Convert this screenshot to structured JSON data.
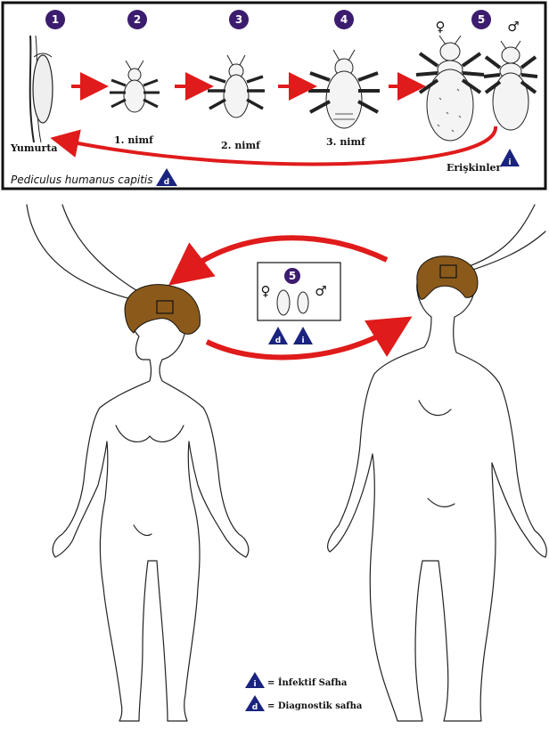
{
  "colors": {
    "frame": "#111111",
    "arrow": "#e01b1b",
    "stage_circle": "#3b1c6e",
    "triangle": "#1a237e",
    "hair": "#8b5a1b"
  },
  "stages": [
    {
      "num": "1",
      "label": "Yumurta"
    },
    {
      "num": "2",
      "label": "1. nimf"
    },
    {
      "num": "3",
      "label": "2. nimf"
    },
    {
      "num": "4",
      "label": "3. nimf"
    },
    {
      "num": "5",
      "label": "Erişkinler"
    }
  ],
  "species": "Pediculus humanus capitis",
  "symbols": {
    "female": "♀",
    "male": "♂"
  },
  "badges": {
    "infective": "i",
    "diagnostic": "d"
  },
  "inset": {
    "num": "5"
  },
  "legend": [
    {
      "badge": "i",
      "text": "= İnfektif Safha"
    },
    {
      "badge": "d",
      "text": "= Diagnostik safha"
    }
  ]
}
